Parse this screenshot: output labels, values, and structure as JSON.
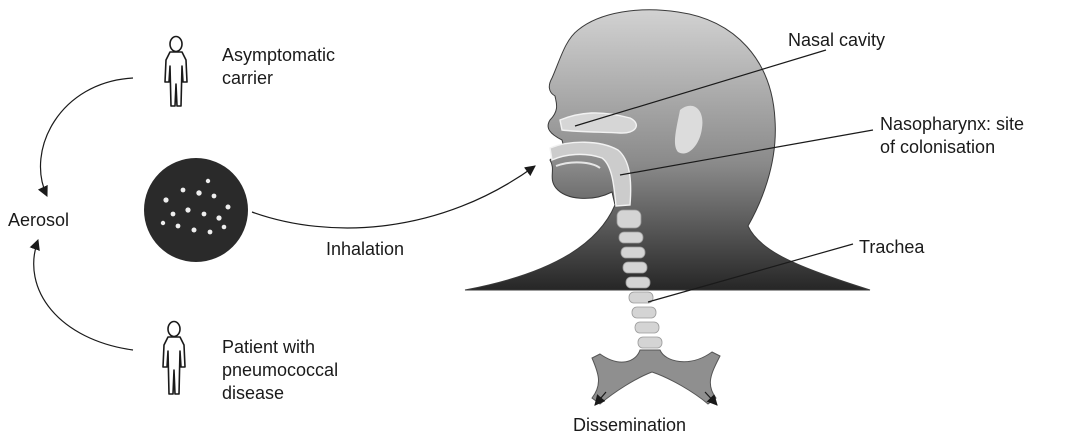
{
  "labels": {
    "asymptomatic_line1": "Asymptomatic",
    "asymptomatic_line2": "carrier",
    "aerosol": "Aerosol",
    "inhalation": "Inhalation",
    "patient_line1": "Patient with",
    "patient_line2": "pneumococcal",
    "patient_line3": "disease",
    "nasal_cavity": "Nasal cavity",
    "nasopharynx_line1": "Nasopharynx: site",
    "nasopharynx_line2": "of colonisation",
    "trachea": "Trachea",
    "dissemination": "Dissemination"
  },
  "icons": [
    "person-icon",
    "person-icon",
    "aerosol-droplet-icon",
    "head-silhouette-icon"
  ],
  "colors": {
    "line": "#1a1a1a",
    "head_top": "#cfcfcf",
    "head_bottom": "#2b2b2b",
    "airway": "#d6d6d6",
    "aerosol_disc": "#2a2a2a",
    "droplet": "#f0f0f0"
  }
}
